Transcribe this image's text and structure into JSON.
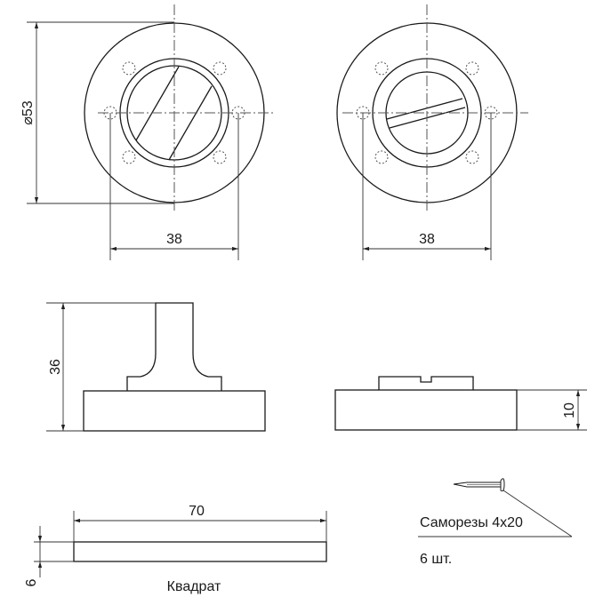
{
  "dimensions": {
    "diameter": "⌀53",
    "hole_spacing_left": "38",
    "hole_spacing_right": "38",
    "height_total": "36",
    "base_height": "10",
    "square_length": "70",
    "square_thickness": "6"
  },
  "labels": {
    "square": "Квадрат",
    "screws": "Саморезы 4x20",
    "screws_qty": "6 шт."
  }
}
